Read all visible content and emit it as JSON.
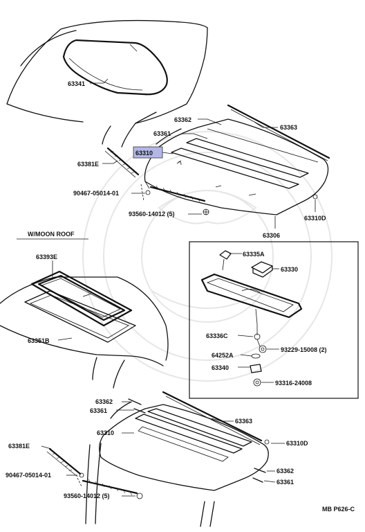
{
  "highlight_color": "#b3b7e6",
  "section_label": "W/MOON ROOF",
  "footer_code": "MB P626-C",
  "top": {
    "p63341": "63341",
    "p63362": "63362",
    "p63363": "63363",
    "p63361": "63361",
    "p63310": "63310",
    "p63381E": "63381E",
    "p90467": "90467-05014-01",
    "p93560": "93560-14012 (5)",
    "p63310D": "63310D",
    "p63306": "63306"
  },
  "detail": {
    "p63335A": "63335A",
    "p63330": "63330",
    "p63336C": "63336C",
    "p93229": "93229-15008 (2)",
    "p64252A": "64252A",
    "p63340": "63340",
    "p93316": "93316-24008"
  },
  "moonroof": {
    "p63393E": "63393E",
    "p63351B": "63351B"
  },
  "bottom": {
    "p63362a": "63362",
    "p63361a": "63361",
    "p63363": "63363",
    "p63310": "63310",
    "p63310D": "63310D",
    "p63381E": "63381E",
    "p63362b": "63362",
    "p90467": "90467-05014-01",
    "p63361b": "63361",
    "p93560": "93560-14012 (5)"
  }
}
